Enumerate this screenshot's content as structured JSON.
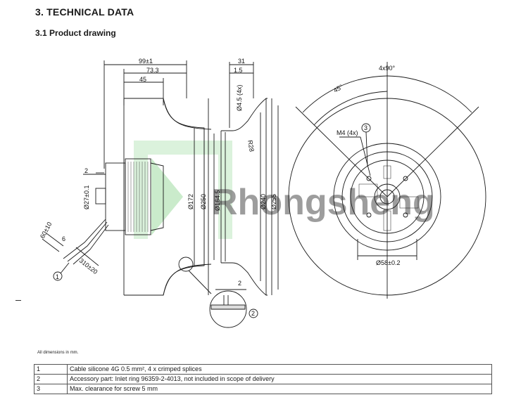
{
  "section_title": "3. TECHNICAL DATA",
  "subsection_title": "3.1 Product drawing",
  "watermark": "Rhongsheng",
  "dimensions": {
    "side_overall": "99±1",
    "side_inner": "73.3",
    "side_hub": "45",
    "hub_offset": "2",
    "shaft_dia": "Ø27±0.1",
    "dia_172": "Ø172",
    "dia_250": "Ø250",
    "cable_60": "60±10",
    "cable_6": "6",
    "cable_310": "310±20",
    "ring_31": "31",
    "ring_1_5": "1.5",
    "ring_holes": "Ø4.5 (4x)",
    "ring_r28": "R28",
    "dia_164_5": "Ø164.5",
    "dia_240": "Ø240",
    "dia_255": "Ø255",
    "detail_2": "2",
    "front_4x90": "4x90°",
    "front_45": "45°",
    "front_m4": "M4 (4x)",
    "front_58": "Ø58±0.2"
  },
  "callouts": [
    "1",
    "2",
    "3"
  ],
  "footnote": "All dimensions in mm.",
  "legend": [
    {
      "num": "1",
      "text": "Cable silicone 4G 0.5 mm², 4 x crimped splices"
    },
    {
      "num": "2",
      "text": "Accessory part: Inlet ring 96359-2-4013, not included in scope of delivery"
    },
    {
      "num": "3",
      "text": "Max. clearance for screw 5 mm"
    }
  ],
  "colors": {
    "line": "#1a1a1a",
    "watermark": "#7ccf7e"
  }
}
